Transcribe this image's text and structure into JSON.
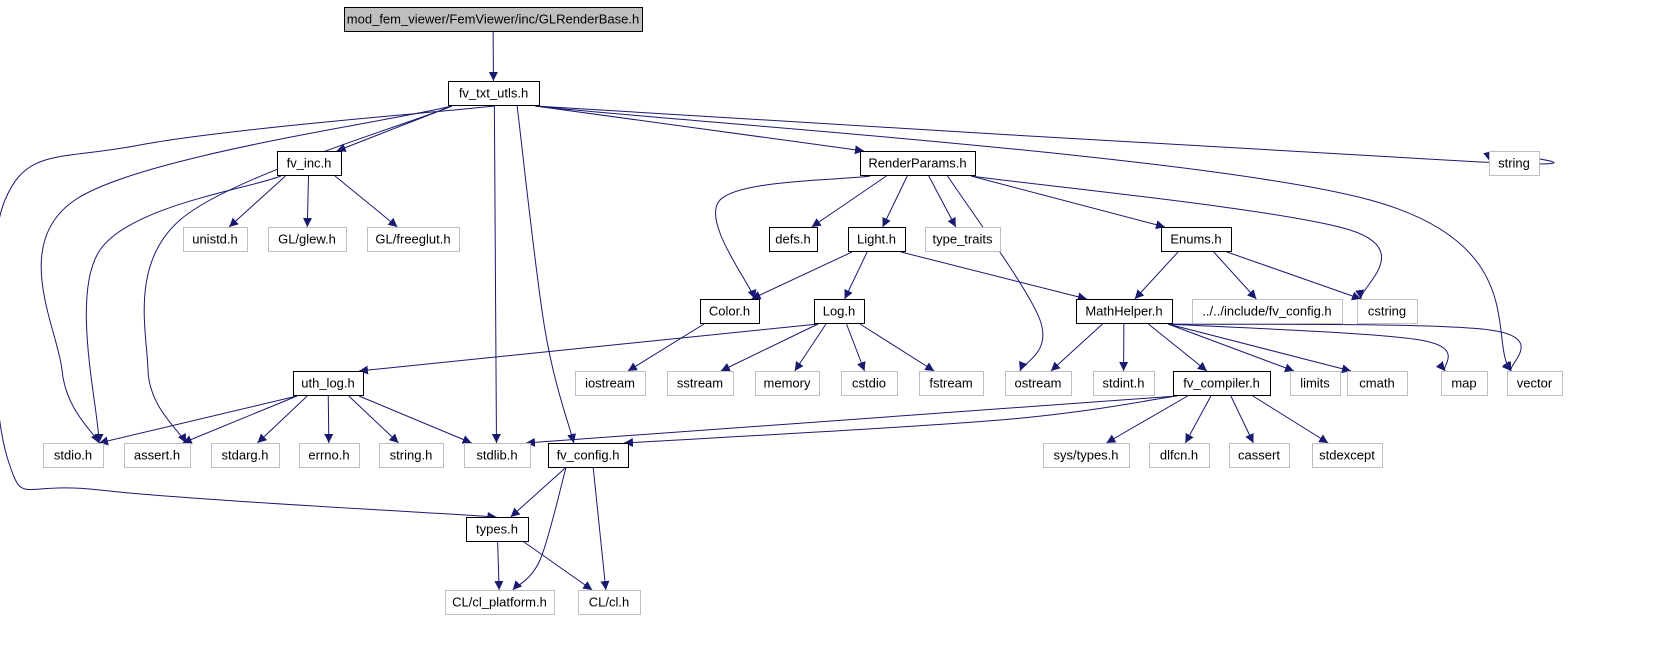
{
  "graph": {
    "title": "mod_fem_viewer/FemViewer/inc/GLRenderBase.h",
    "colors": {
      "edge": "#191970",
      "root_fill": "#bfbfbf",
      "local_border": "#000000",
      "system_border": "#bfbfbf"
    },
    "nodes": [
      {
        "id": "root",
        "label": "mod_fem_viewer/FemViewer/inc/GLRenderBase.h",
        "kind": "root"
      },
      {
        "id": "fv_txt_utls",
        "label": "fv_txt_utls.h",
        "kind": "local"
      },
      {
        "id": "fv_inc",
        "label": "fv_inc.h",
        "kind": "local"
      },
      {
        "id": "RenderParams",
        "label": "RenderParams.h",
        "kind": "local"
      },
      {
        "id": "string",
        "label": "string",
        "kind": "system"
      },
      {
        "id": "unistd",
        "label": "unistd.h",
        "kind": "system"
      },
      {
        "id": "glew",
        "label": "GL/glew.h",
        "kind": "system"
      },
      {
        "id": "freeglut",
        "label": "GL/freeglut.h",
        "kind": "system"
      },
      {
        "id": "defs",
        "label": "defs.h",
        "kind": "local"
      },
      {
        "id": "Light",
        "label": "Light.h",
        "kind": "local"
      },
      {
        "id": "type_traits",
        "label": "type_traits",
        "kind": "system"
      },
      {
        "id": "Enums",
        "label": "Enums.h",
        "kind": "local"
      },
      {
        "id": "Color",
        "label": "Color.h",
        "kind": "local"
      },
      {
        "id": "Log",
        "label": "Log.h",
        "kind": "local"
      },
      {
        "id": "MathHelper",
        "label": "MathHelper.h",
        "kind": "local"
      },
      {
        "id": "include_fv_config",
        "label": "../../include/fv_config.h",
        "kind": "system"
      },
      {
        "id": "cstring",
        "label": "cstring",
        "kind": "system"
      },
      {
        "id": "uth_log",
        "label": "uth_log.h",
        "kind": "local"
      },
      {
        "id": "iostream",
        "label": "iostream",
        "kind": "system"
      },
      {
        "id": "sstream",
        "label": "sstream",
        "kind": "system"
      },
      {
        "id": "memory",
        "label": "memory",
        "kind": "system"
      },
      {
        "id": "cstdio",
        "label": "cstdio",
        "kind": "system"
      },
      {
        "id": "fstream",
        "label": "fstream",
        "kind": "system"
      },
      {
        "id": "ostream",
        "label": "ostream",
        "kind": "system"
      },
      {
        "id": "stdint",
        "label": "stdint.h",
        "kind": "system"
      },
      {
        "id": "fv_compiler",
        "label": "fv_compiler.h",
        "kind": "local"
      },
      {
        "id": "limits",
        "label": "limits",
        "kind": "system"
      },
      {
        "id": "cmath",
        "label": "cmath",
        "kind": "system"
      },
      {
        "id": "map",
        "label": "map",
        "kind": "system"
      },
      {
        "id": "vector",
        "label": "vector",
        "kind": "system"
      },
      {
        "id": "stdio",
        "label": "stdio.h",
        "kind": "system"
      },
      {
        "id": "assert",
        "label": "assert.h",
        "kind": "system"
      },
      {
        "id": "stdarg",
        "label": "stdarg.h",
        "kind": "system"
      },
      {
        "id": "errno",
        "label": "errno.h",
        "kind": "system"
      },
      {
        "id": "string_h",
        "label": "string.h",
        "kind": "system"
      },
      {
        "id": "stdlib",
        "label": "stdlib.h",
        "kind": "system"
      },
      {
        "id": "fv_config",
        "label": "fv_config.h",
        "kind": "local"
      },
      {
        "id": "sys_types",
        "label": "sys/types.h",
        "kind": "system"
      },
      {
        "id": "dlfcn",
        "label": "dlfcn.h",
        "kind": "system"
      },
      {
        "id": "cassert",
        "label": "cassert",
        "kind": "system"
      },
      {
        "id": "stdexcept",
        "label": "stdexcept",
        "kind": "system"
      },
      {
        "id": "types",
        "label": "types.h",
        "kind": "local"
      },
      {
        "id": "cl_platform",
        "label": "CL/cl_platform.h",
        "kind": "system"
      },
      {
        "id": "cl",
        "label": "CL/cl.h",
        "kind": "system"
      }
    ],
    "edges": [
      [
        "root",
        "fv_txt_utls"
      ],
      [
        "fv_txt_utls",
        "fv_inc"
      ],
      [
        "fv_txt_utls",
        "RenderParams"
      ],
      [
        "fv_txt_utls",
        "string"
      ],
      [
        "fv_txt_utls",
        "stdio"
      ],
      [
        "fv_txt_utls",
        "assert"
      ],
      [
        "fv_txt_utls",
        "stdlib"
      ],
      [
        "fv_txt_utls",
        "fv_config"
      ],
      [
        "fv_txt_utls",
        "types"
      ],
      [
        "fv_txt_utls",
        "vector"
      ],
      [
        "fv_inc",
        "unistd"
      ],
      [
        "fv_inc",
        "glew"
      ],
      [
        "fv_inc",
        "freeglut"
      ],
      [
        "fv_inc",
        "stdio"
      ],
      [
        "RenderParams",
        "Color"
      ],
      [
        "RenderParams",
        "defs"
      ],
      [
        "RenderParams",
        "Light"
      ],
      [
        "RenderParams",
        "type_traits"
      ],
      [
        "RenderParams",
        "Enums"
      ],
      [
        "RenderParams",
        "ostream"
      ],
      [
        "RenderParams",
        "cstring"
      ],
      [
        "Light",
        "Color"
      ],
      [
        "Light",
        "Log"
      ],
      [
        "Light",
        "MathHelper"
      ],
      [
        "Enums",
        "MathHelper"
      ],
      [
        "Enums",
        "include_fv_config"
      ],
      [
        "Enums",
        "cstring"
      ],
      [
        "Color",
        "iostream"
      ],
      [
        "Log",
        "uth_log"
      ],
      [
        "Log",
        "sstream"
      ],
      [
        "Log",
        "memory"
      ],
      [
        "Log",
        "cstdio"
      ],
      [
        "Log",
        "fstream"
      ],
      [
        "MathHelper",
        "ostream"
      ],
      [
        "MathHelper",
        "stdint"
      ],
      [
        "MathHelper",
        "fv_compiler"
      ],
      [
        "MathHelper",
        "limits"
      ],
      [
        "MathHelper",
        "cmath"
      ],
      [
        "MathHelper",
        "map"
      ],
      [
        "MathHelper",
        "vector"
      ],
      [
        "uth_log",
        "stdio"
      ],
      [
        "uth_log",
        "assert"
      ],
      [
        "uth_log",
        "stdarg"
      ],
      [
        "uth_log",
        "errno"
      ],
      [
        "uth_log",
        "string_h"
      ],
      [
        "uth_log",
        "stdlib"
      ],
      [
        "fv_compiler",
        "stdlib"
      ],
      [
        "fv_compiler",
        "fv_config"
      ],
      [
        "fv_compiler",
        "sys_types"
      ],
      [
        "fv_compiler",
        "dlfcn"
      ],
      [
        "fv_compiler",
        "cassert"
      ],
      [
        "fv_compiler",
        "stdexcept"
      ],
      [
        "fv_config",
        "types"
      ],
      [
        "fv_config",
        "cl_platform"
      ],
      [
        "fv_config",
        "cl"
      ],
      [
        "types",
        "cl_platform"
      ],
      [
        "types",
        "cl"
      ]
    ]
  }
}
